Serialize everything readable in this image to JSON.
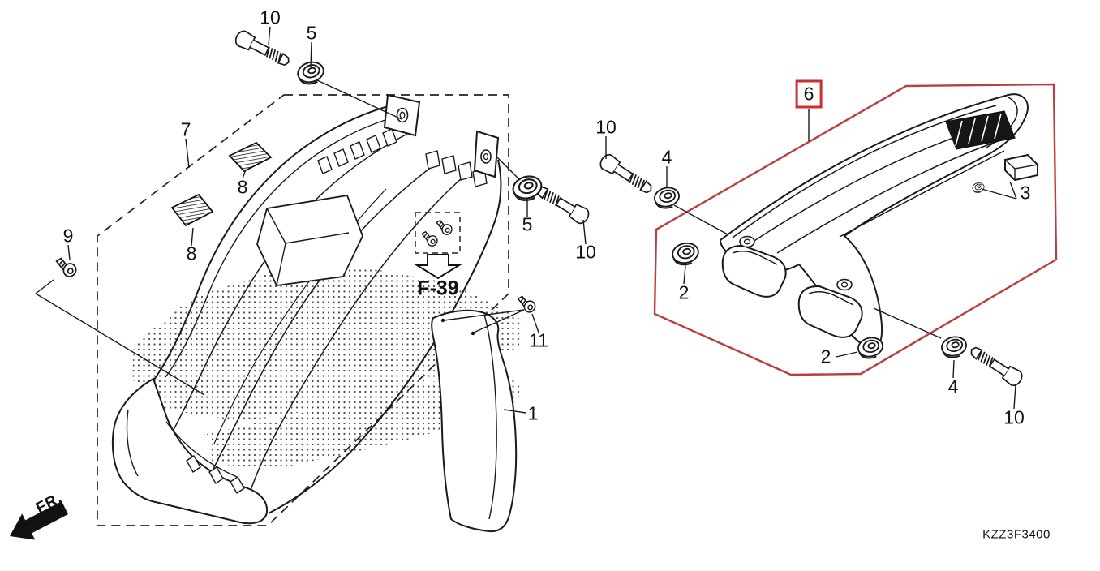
{
  "diagram_code": "KZZ3F3400",
  "front_direction_label": "FR.",
  "reference_page": "F-39",
  "highlighted_callout": "6",
  "colors": {
    "highlight_outline": "#bb3d3d",
    "highlight_box": "#cc2f2f",
    "line": "#1a1a1a",
    "background": "#ffffff"
  },
  "callouts": [
    {
      "label": "10"
    },
    {
      "label": "5"
    },
    {
      "label": "7"
    },
    {
      "label": "8"
    },
    {
      "label": "8"
    },
    {
      "label": "9"
    },
    {
      "label": "5"
    },
    {
      "label": "10"
    },
    {
      "label": "11"
    },
    {
      "label": "1"
    },
    {
      "label": "10"
    },
    {
      "label": "4"
    },
    {
      "label": "2"
    },
    {
      "label": "6"
    },
    {
      "label": "3"
    },
    {
      "label": "2"
    },
    {
      "label": "4"
    },
    {
      "label": "10"
    }
  ]
}
